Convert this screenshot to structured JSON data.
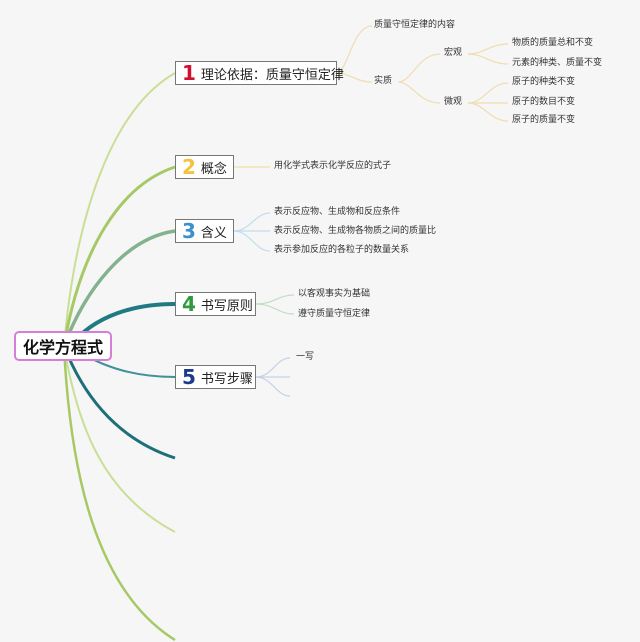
{
  "root": {
    "label": "化学方程式"
  },
  "colors": {
    "root_border": "#d77fd6",
    "n1": "#d0122f",
    "n2": "#f2c33e",
    "n3": "#3a91cc",
    "n4": "#2e9b3c",
    "n5": "#1c3b8a",
    "branch_light": "#c2db87",
    "branch_green": "#9cc25a",
    "branch_sage": "#7fb08a",
    "branch_teal": "#207a82"
  },
  "branches": [
    {
      "num": "1",
      "label": "理论依据：质量守恒定律",
      "children": [
        {
          "label": "质量守恒定律的内容"
        },
        {
          "label": "实质",
          "children": [
            {
              "label": "宏观",
              "children": [
                {
                  "label": "物质的质量总和不变"
                },
                {
                  "label": "元素的种类、质量不变"
                }
              ]
            },
            {
              "label": "微观",
              "children": [
                {
                  "label": "原子的种类不变"
                },
                {
                  "label": "原子的数目不变"
                },
                {
                  "label": "原子的质量不变"
                }
              ]
            }
          ]
        }
      ]
    },
    {
      "num": "2",
      "label": "概念",
      "children": [
        {
          "label": "用化学式表示化学反应的式子"
        }
      ]
    },
    {
      "num": "3",
      "label": "含义",
      "children": [
        {
          "label": "表示反应物、生成物和反应条件"
        },
        {
          "label": "表示反应物、生成物各物质之间的质量比"
        },
        {
          "label": "表示参加反应的各粒子的数量关系"
        }
      ]
    },
    {
      "num": "4",
      "label": "书写原则",
      "children": [
        {
          "label": "以客观事实为基础"
        },
        {
          "label": "遵守质量守恒定律"
        }
      ]
    },
    {
      "num": "5",
      "label": "书写步骤",
      "children": [
        {
          "label": "一写"
        }
      ]
    }
  ]
}
